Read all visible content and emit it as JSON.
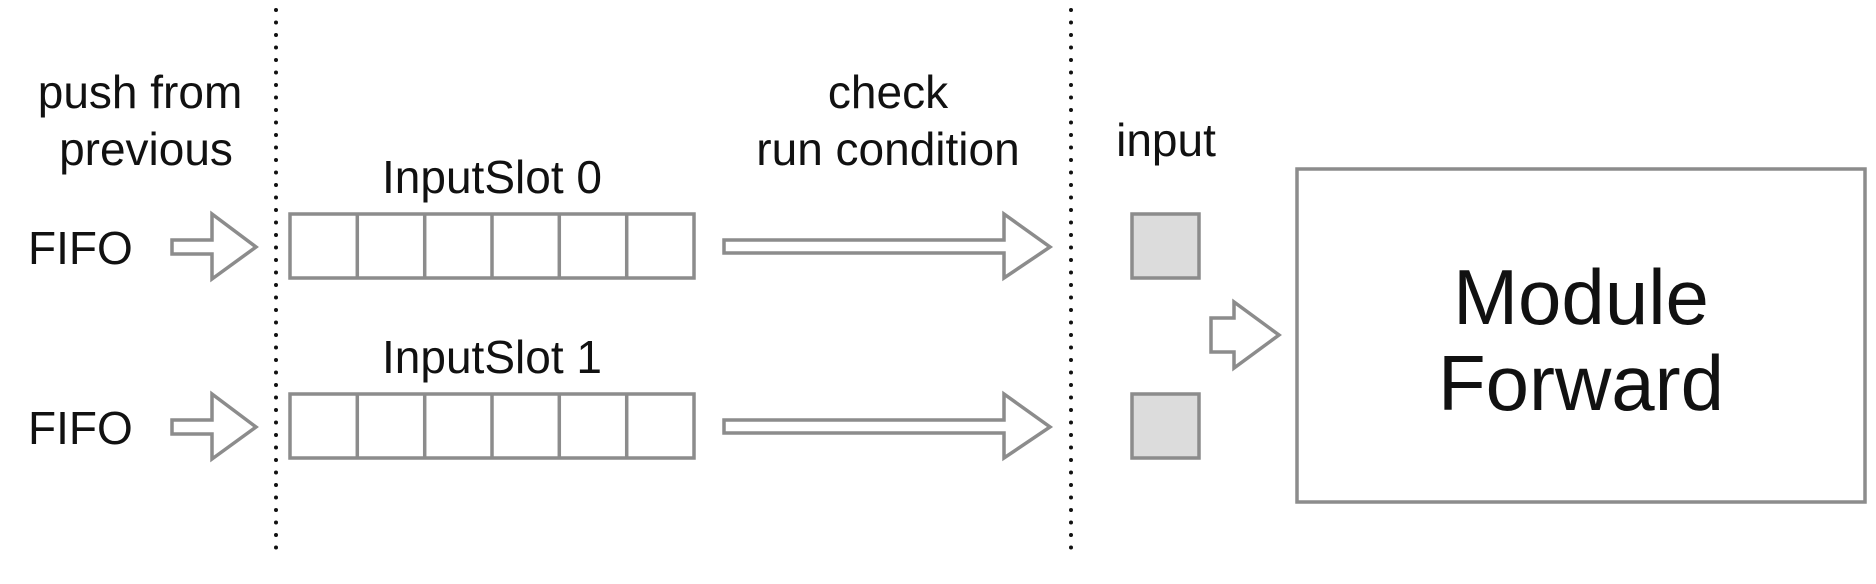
{
  "labels": {
    "push_line1": "push from",
    "push_line2": "previous",
    "check_line1": "check",
    "check_line2": "run condition",
    "input": "input",
    "fifo": [
      "FIFO",
      "FIFO"
    ],
    "slots": [
      "InputSlot 0",
      "InputSlot 1"
    ],
    "module_line1": "Module",
    "module_line2": "Forward"
  },
  "colors": {
    "outline": "#8c8c8c",
    "input_fill": "#dcdcdc",
    "text": "#111111"
  }
}
